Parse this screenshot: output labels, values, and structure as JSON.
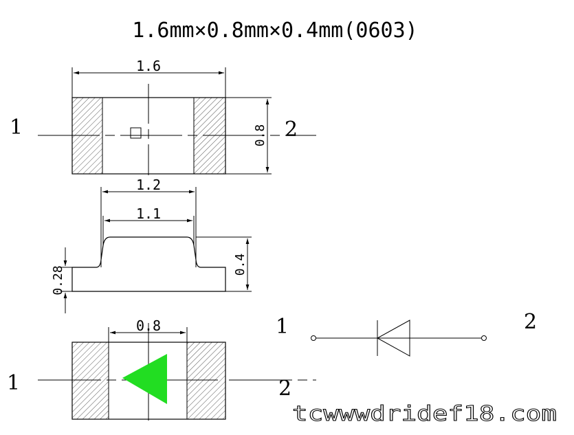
{
  "title": "1.6mm×0.8mm×0.4mm(0603)",
  "top_view": {
    "length_label": "1.6",
    "width_label": "0.8",
    "pin_left": "1",
    "pin_right": "2"
  },
  "side_view": {
    "top_width_label": "1.2",
    "inner_width_label": "1.1",
    "pad_height_label": "0.28",
    "total_height_label": "0.4"
  },
  "bottom_view": {
    "pad_gap_label": "0.8",
    "pin_left": "1",
    "pin_right": "2",
    "polarity_mark_color": "#22dd22"
  },
  "schematic": {
    "symbol": "diode-icon",
    "pin_left": "1",
    "pin_right": "2"
  },
  "watermark": "tcwwwdridef18.com"
}
